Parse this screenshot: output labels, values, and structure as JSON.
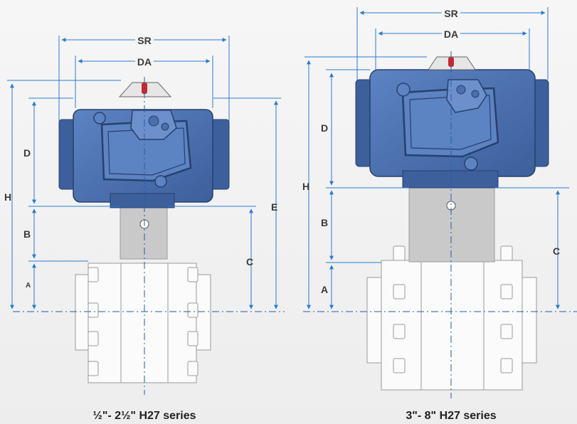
{
  "colors": {
    "actuator_blue": "#4a6fae",
    "actuator_dark": "#2e4a7e",
    "dimension_line": "#2a7bd0",
    "stem": "#c9c9c9",
    "valve_body": "#fbfbfb",
    "indicator_red": "#c6282e"
  },
  "left_diagram": {
    "caption": "½\"- 2½\" H27 series",
    "labels": {
      "sr": "SR",
      "da": "DA",
      "d": "D",
      "h": "H",
      "b": "B",
      "a": "A",
      "c": "C",
      "e": "E"
    }
  },
  "right_diagram": {
    "caption": "3\"- 8\" H27 series",
    "labels": {
      "sr": "SR",
      "da": "DA",
      "d": "D",
      "h": "H",
      "b": "B",
      "a": "A",
      "c": "C"
    }
  }
}
